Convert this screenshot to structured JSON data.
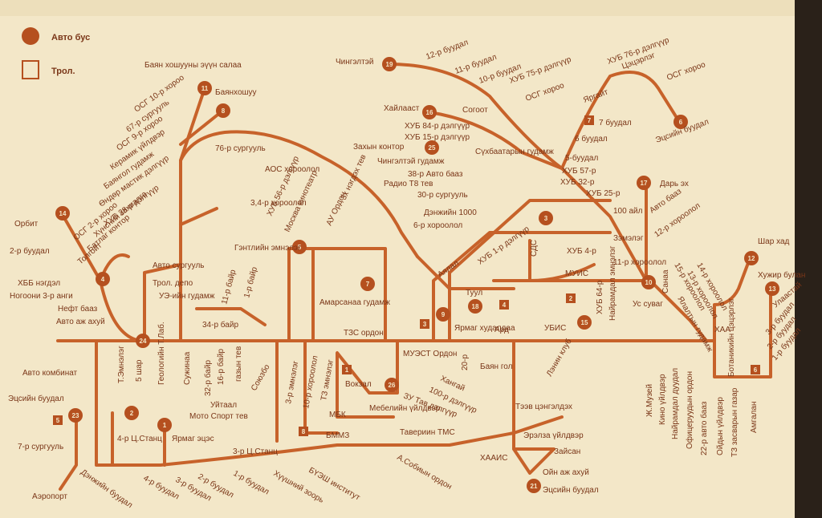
{
  "legend": {
    "bus_label": "Авто бус",
    "trolley_label": "Трол."
  },
  "colors": {
    "paper": "#f3e7c8",
    "route": "#c7622a",
    "stop": "#b5501f",
    "text": "#7a3618"
  },
  "route_badges": {
    "bus": [
      "19",
      "16",
      "25",
      "11",
      "8",
      "6",
      "17",
      "14",
      "3",
      "5",
      "4",
      "7",
      "10",
      "9",
      "18",
      "15",
      "24",
      "26",
      "23",
      "2",
      "1",
      "21",
      "12",
      "13"
    ],
    "trolley": [
      "7",
      "4",
      "3",
      "2",
      "1",
      "5",
      "6",
      "8"
    ]
  },
  "stops": {
    "baruun": [
      "Баян хошууны эүүн салаа",
      "Баянхошуу",
      "ОСГ 10-р хороо",
      "67-р сургууль",
      "ОСГ 9-р хороо",
      "Керамик үйлдвэр",
      "Баянгол гудамж",
      "Өндөр мастик дэлгүүр",
      "ХУБ 28-р дэлгүүр",
      "Орбит",
      "ОСГ 2-р хороо",
      "Батлаг контор",
      "Хүнсний захиалга",
      "Толгойт",
      "2-р буудал",
      "ХББ нэгдэл",
      "Ногоони 3-р анги",
      "Нефт бааз",
      "Авто аж ахуй",
      "Авто сургууль",
      "Трол. депо",
      "УЭ-ийн гудамж",
      "Авто комбинат",
      "Эцсийн буудал",
      "7-р сургууль",
      "Аэропорт",
      "Дэнжийн буудал"
    ],
    "tuv": [
      "76-р сургууль",
      "АОС хороолол",
      "ХУБ 56-р дэлгүүр",
      "Москва кинотеатр",
      "АУ Ордон",
      "3х нэгдэх тев",
      "3,4-р хороолол",
      "Гэнтлийн эмнэлэг",
      "11-р байр",
      "1-р байр",
      "34-р байр",
      "Амарсанаа гудамж",
      "ТЗС ордон",
      "Захын контор",
      "Чингэлтэй гудамж",
      "Радио Т8 тев",
      "38-р Авто бааз",
      "30-р сургууль",
      "Дэнжийн 1000",
      "6-р хороолол",
      "Геологийн Т.Лаб.",
      "Сужинаа",
      "32-р байр",
      "16-р байр",
      "Т.Эмнэлэг",
      "5 шар",
      "Союзбо",
      "газын тев",
      "Уйтаал",
      "Мото Спорт тев",
      "3-р Ц.Станц",
      "4-р Ц.Станц",
      "Ярмаг эцэс",
      "3-р эмнэлэг",
      "10-р хороолол",
      "ТЗ эмнэлэг",
      "Вокзал",
      "МБК",
      "БММЗ",
      "Мебелийн үйлдвэр",
      "ЗУ Тав дэлгүүр",
      "100-р дэлгүүр",
      "Хангай",
      "МУЭСТ Ордон",
      "20-р",
      "Баян гол",
      "Ярмаг худалдаа",
      "Туул",
      "Ард",
      "Тавериин ТМС",
      "А.Собиын ордон",
      "БҮЭШ институт",
      "Хүүшний зоорь",
      "1-р буудал",
      "2-р буудал",
      "3-р буудал",
      "4-р буудал"
    ],
    "zuun": [
      "Чингэлтэй",
      "12-р буудал",
      "11-р буудал",
      "10-р буудал",
      "ХУБ 75-р дэлгүүр",
      "ОСГ хороо",
      "ХУБ 76-р дэлгүүр",
      "Яргайт",
      "Цэцэрлэг",
      "ОСГ хороо",
      "7 буудал",
      "Хайлааст",
      "Согоот",
      "ХУБ 84-р дэлгүүр",
      "ХУБ 15-р дэлгүүр",
      "Сүхбаатарын гудамж",
      "Эцсийн буудал",
      "6 буудал",
      "5-буудал",
      "ХУБ 57-р",
      "ХУБ 32-р",
      "ХУБ 25-р",
      "Дарь эх",
      "Авто бааз",
      "12-р хороолол",
      "100 айл",
      "Зэмэлэг",
      "11-р хороолол",
      "ХУБ 4-р",
      "МУИС",
      "СДС",
      "ХУБ 1-р дэлгүүр",
      "Аялал",
      "УБИС",
      "ХУБ 64-р",
      "Найрамдал эмнэлэг",
      "Ус суваг",
      "Лэнин клуб",
      "Тээв цэнгэлдэх",
      "Эрэлза үйлдвэр",
      "Зайсан",
      "ХААИС",
      "Ойн аж ахуй",
      "Эцсийн буудал",
      "Санаа",
      "15-р хороолол",
      "13-р хороолол",
      "14-р хороолол",
      "Ялалтын гудамж",
      "Ж.Музей",
      "Кино үйлдвэр",
      "Найрамдал дуудал",
      "Офицеруудын ордон",
      "22-р авто бааз",
      "Ойдын үйлдвэр",
      "ТЗ засварын газар",
      "Амгалан",
      "Шар хад",
      "Хужир булан",
      "Улаастай",
      "3-р буудал",
      "2-р буудал",
      "1-р буудал",
      "Ботаникийн цэцэрлэг",
      "ХАА"
    ]
  }
}
